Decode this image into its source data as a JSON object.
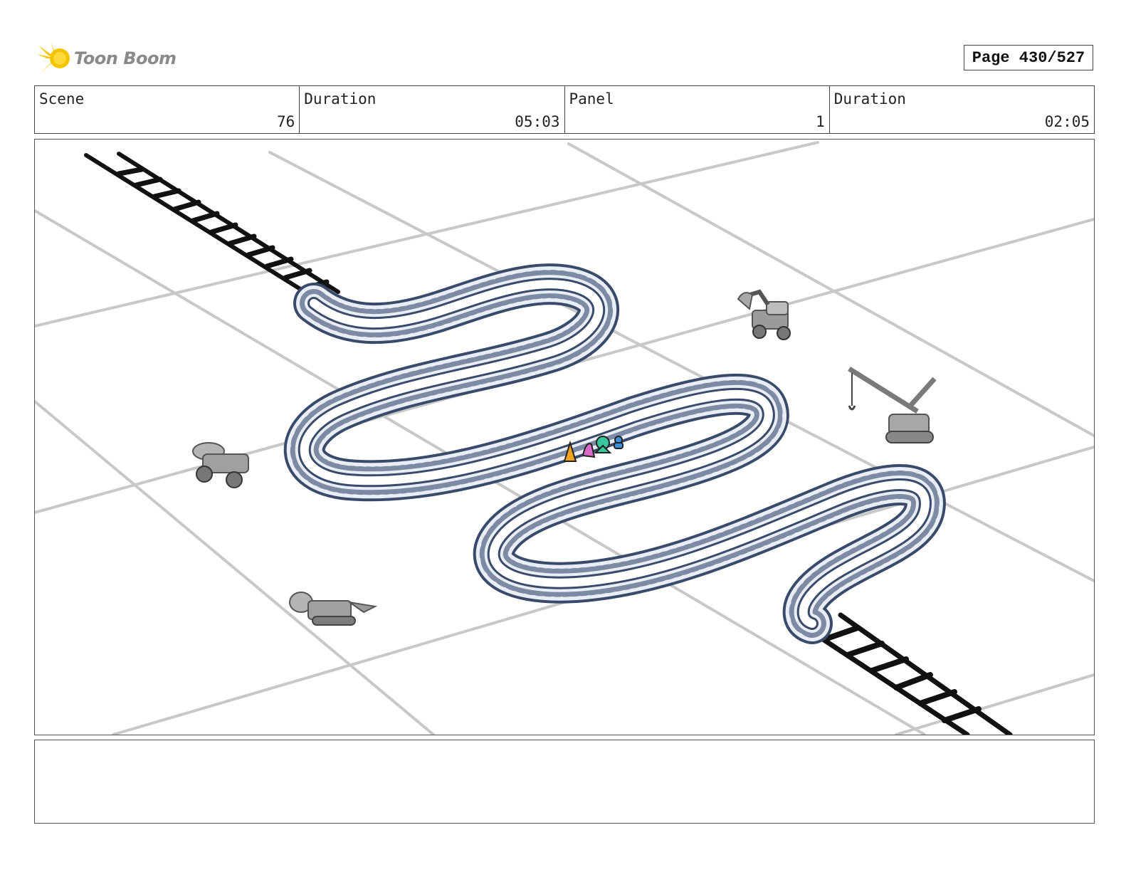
{
  "header": {
    "logo_text": "Toon Boom",
    "page_label": "Page 430/527"
  },
  "info": {
    "scene_label": "Scene",
    "scene_value": "76",
    "scene_duration_label": "Duration",
    "scene_duration_value": "05:03",
    "panel_label": "Panel",
    "panel_value": "1",
    "panel_duration_label": "Duration",
    "panel_duration_value": "02:05"
  },
  "colors": {
    "logo_yellow": "#f5c400",
    "grid_line": "#c8c8c8",
    "track_outline": "#3a4a6a",
    "track_fill": "#e9eef6",
    "character_orange": "#f2a322",
    "character_pink": "#d86bc7",
    "character_green": "#39c69a",
    "character_blue": "#3c8fd9"
  },
  "icons": [
    "logo-sun-icon"
  ]
}
